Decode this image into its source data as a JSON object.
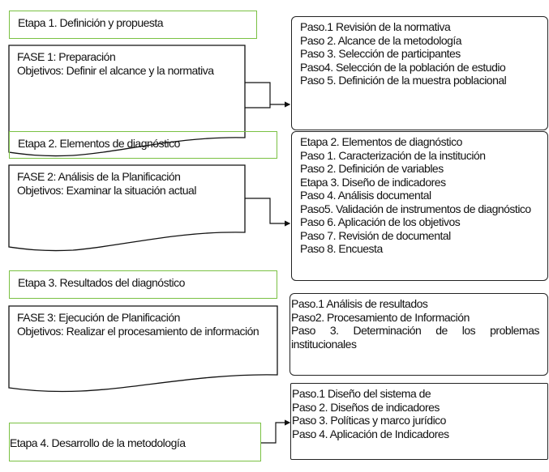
{
  "etapas": [
    "Etapa 1. Definición y propuesta",
    "Etapa 2. Elementos de diagnóstico",
    "Etapa 3. Resultados del diagnóstico",
    "Etapa 4. Desarrollo de la metodología"
  ],
  "fases": [
    {
      "title": "FASE 1: Preparación",
      "objective": "Objetivos: Definir el alcance y la normativa"
    },
    {
      "title": "FASE 2: Análisis de la Planificación",
      "objective": "Objetivos: Examinar la situación actual"
    },
    {
      "title": "FASE 3: Ejecución de Planificación",
      "objective": "Objetivos: Realizar el procesamiento de información"
    }
  ],
  "steps": [
    [
      "Paso.1 Revisión de la normativa",
      "Paso 2. Alcance de la metodología",
      "Paso 3. Selección de participantes",
      "Paso4. Selección de la población de estudio",
      "Paso 5. Definición de la muestra poblacional"
    ],
    [
      "Etapa 2. Elementos de diagnóstico",
      "Paso 1. Caracterización de la institución",
      "Paso 2. Definición de variables",
      "Etapa 3. Diseño de indicadores",
      "Paso 4. Análisis documental",
      "Paso5. Validación de instrumentos de diagnóstico",
      "Paso 6. Aplicación de los objetivos",
      "Paso 7. Revisión de documental",
      "Paso 8. Encuesta"
    ],
    [
      "Paso.1 Análisis de resultados",
      "Paso2. Procesamiento de Información",
      "Paso 3. Determinación de los problemas institucionales"
    ],
    [
      "Paso.1 Diseño del sistema de",
      "Paso 2. Diseños de indicadores",
      "Paso 3. Políticas y marco jurídico",
      "Paso 4. Aplicación de Indicadores"
    ]
  ],
  "colors": {
    "etapa_border": "#7ac143",
    "box_border": "#222222"
  }
}
